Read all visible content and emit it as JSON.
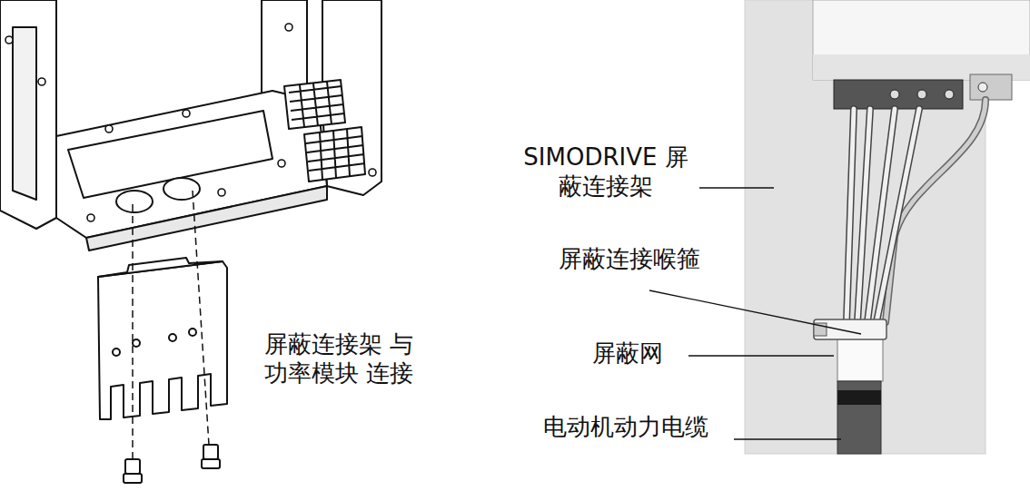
{
  "diagram": {
    "labels": [
      "屏蔽连接架 与功率模块 连接",
      "SIMODRIVE 屏蔽连接架",
      "屏蔽连接喉箍",
      "屏蔽网",
      "电动机动力电缆"
    ]
  }
}
